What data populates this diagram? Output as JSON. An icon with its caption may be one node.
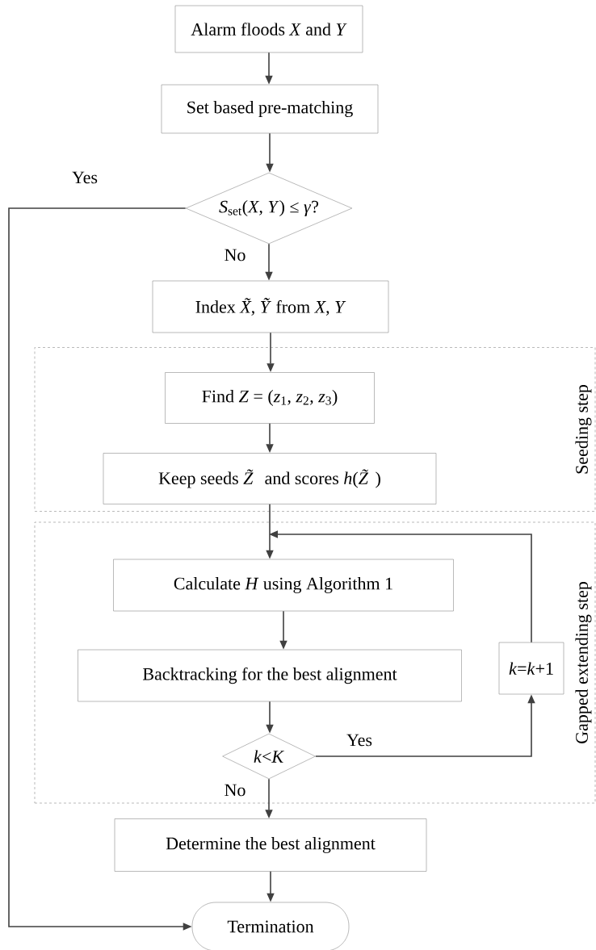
{
  "diagram": {
    "nodes": [
      {
        "text": [
          "Alarm floods *X* and *Y*"
        ]
      },
      {
        "text": [
          "Set based pre-matching"
        ]
      },
      {
        "text": [
          "*S*$_{set}$(*X*, *Y*) ≤ *γ*?"
        ]
      },
      {
        "text": [
          "Index *X̃*, *Ỹ* from *X*, *Y*"
        ]
      },
      {
        "text": [
          "Seeding step"
        ]
      },
      {
        "text": [
          "Find *Z* = (*z*$_{1}$, *z*$_{2}$, *z*$_{3}$)"
        ],
        "in": 4
      },
      {
        "text": [
          "Keep seeds *Z̃* and scores *h*(*Z̃*)"
        ],
        "in": 4
      },
      {
        "text": [
          "Gapped extending step"
        ]
      },
      {
        "text": [
          "Calculate *H* using Algorithm 1"
        ],
        "in": 7
      },
      {
        "text": [
          "Backtracking for the best alignment"
        ],
        "in": 7
      },
      {
        "text": [
          "*k*<*K*"
        ],
        "in": 7
      },
      {
        "text": [
          "*k*=*k*+1"
        ],
        "in": 7
      },
      {
        "text": [
          "Determine the best alignment"
        ]
      },
      {
        "text": [
          "Termination"
        ]
      }
    ],
    "edges": [
      {
        "from": 0,
        "to": 1,
        "arrow": "to"
      },
      {
        "from": 1,
        "to": 2,
        "arrow": "to"
      },
      {
        "from": 2,
        "to": 13,
        "arrow": "to",
        "label": "Yes"
      },
      {
        "from": 2,
        "to": 3,
        "arrow": "to",
        "label": "No"
      },
      {
        "from": 3,
        "to": 5,
        "arrow": "to"
      },
      {
        "from": 5,
        "to": 6,
        "arrow": "to"
      },
      {
        "from": 6,
        "to": 8,
        "arrow": "to"
      },
      {
        "from": 8,
        "to": 9,
        "arrow": "to"
      },
      {
        "from": 9,
        "to": 10,
        "arrow": "to"
      },
      {
        "from": 10,
        "to": 11,
        "arrow": "to",
        "label": "Yes"
      },
      {
        "from": 11,
        "to": 8,
        "arrow": "to"
      },
      {
        "from": 10,
        "to": 12,
        "arrow": "to",
        "label": "No"
      },
      {
        "from": 12,
        "to": 13,
        "arrow": "to"
      }
    ]
  }
}
